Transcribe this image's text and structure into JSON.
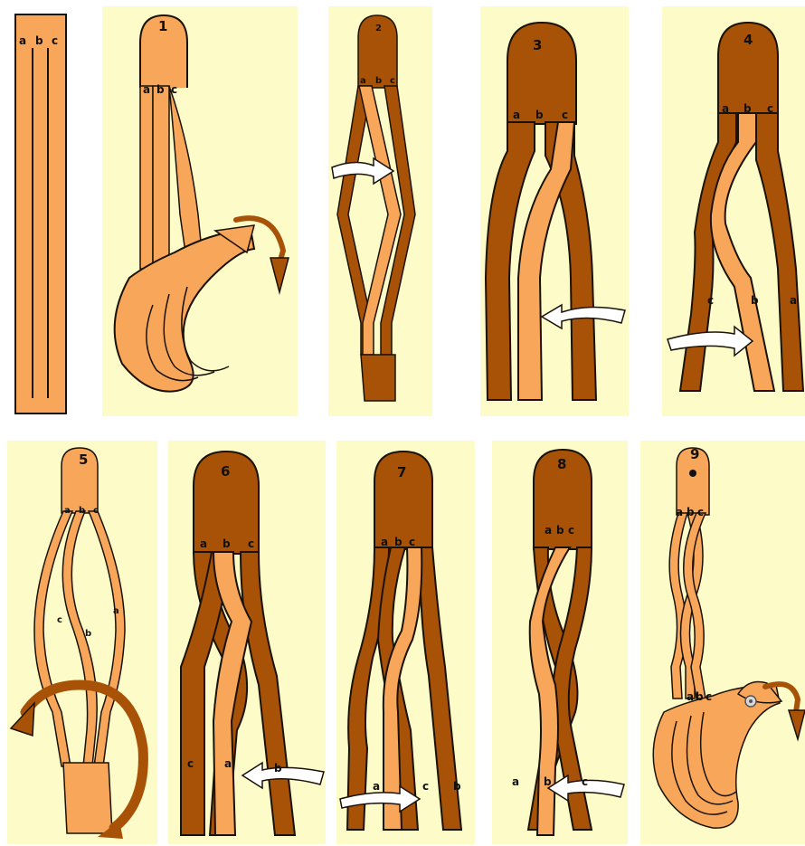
{
  "colors": {
    "light": "#f8a75a",
    "dark": "#a85208",
    "background": "#fdfcc8",
    "outline": "#1a1208"
  },
  "panel0": {
    "a": "a",
    "b": "b",
    "c": "c"
  },
  "panel1": {
    "step": "1",
    "a": "a",
    "b": "b",
    "c": "c"
  },
  "panel2": {
    "step": "2",
    "a": "a",
    "b": "b",
    "c": "c"
  },
  "panel3": {
    "step": "3",
    "a": "a",
    "b": "b",
    "c": "c"
  },
  "panel4": {
    "step": "4",
    "a": "a",
    "b": "b",
    "c": "c",
    "c2": "c",
    "b2": "b",
    "a2": "a"
  },
  "panel5": {
    "step": "5",
    "a": "a",
    "b": "b",
    "c": "c",
    "c2": "c",
    "b2": "b",
    "a2": "a"
  },
  "panel6": {
    "step": "6",
    "a": "a",
    "b": "b",
    "c": "c",
    "c2": "c",
    "a2": "a",
    "b2": "b"
  },
  "panel7": {
    "step": "7",
    "a": "a",
    "b": "b",
    "c": "c",
    "a2": "a",
    "c2": "c",
    "b2": "b"
  },
  "panel8": {
    "step": "8",
    "a": "a",
    "b": "b",
    "c": "c",
    "a2": "a",
    "b2": "b",
    "c2": "c"
  },
  "panel9": {
    "step": "9",
    "a": "a",
    "b": "b",
    "c": "c",
    "a2": "a",
    "b2": "b",
    "c2": "c"
  }
}
